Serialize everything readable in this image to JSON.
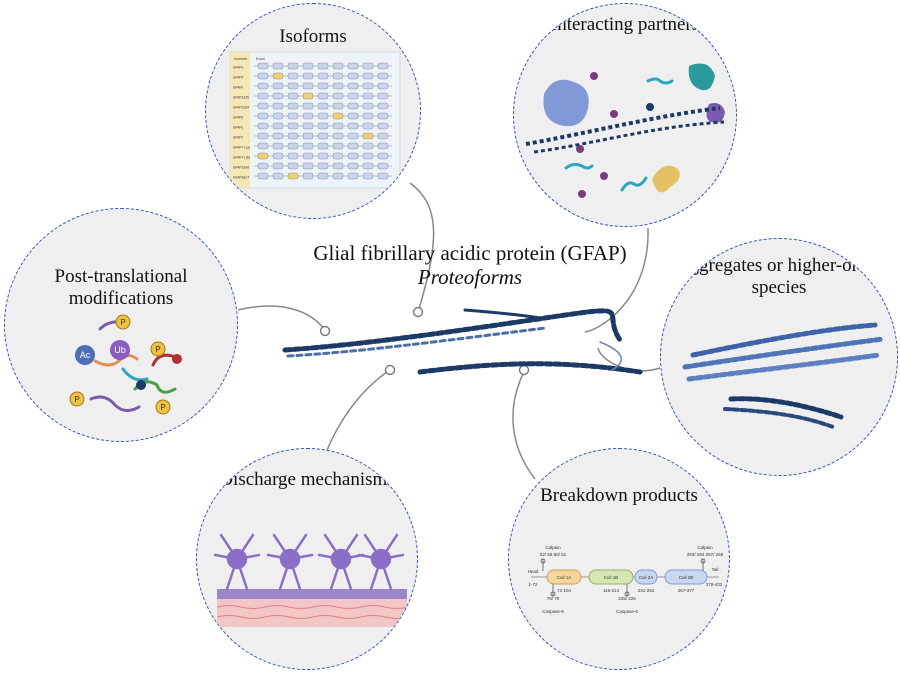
{
  "title": "Glial fibrillary acidic protein (GFAP)",
  "subtitle": "Proteoforms",
  "nodes": {
    "isoforms": "Isoforms",
    "interacting": "Interacting partners",
    "ptm": "Post-translational modifications",
    "aggregates": "Aggregates or higher-order species",
    "discharge": "Discharge mechanisms",
    "breakdown": "Breakdown products"
  },
  "isoform_table": {
    "header_isoform": "Isoform",
    "header_exon": "Exon",
    "rows": [
      "GFAPα",
      "GFAPδ",
      "GFAPκ",
      "GFAPΔ135",
      "GFAPΔ164",
      "GFAPβ",
      "GFAPγ",
      "GFAPζ",
      "GFAP+1 (a)",
      "GFAP+1 (b)",
      "GFAPΔEx6",
      "GFAPΔEx7"
    ]
  },
  "ptm_labels": {
    "acetyl": "Ac",
    "ubiquitin": "Ub",
    "phospho": "P"
  },
  "breakdown": {
    "domains": [
      "Coil 1A",
      "Coil 1B",
      "Coil 2A",
      "Coil 2B"
    ],
    "ranges": [
      "73-104",
      "116-214",
      "231-252",
      "267-377"
    ],
    "head": "Head",
    "head_range": "1-72",
    "tail": "Tail",
    "tail_range": "378-432",
    "calpain_label": "Calpain",
    "caspase_label": "Caspase-6",
    "calpain_sites_left": "52/ 59 60/ 61",
    "calpain_sites_right": "283/ 284 267/ 268",
    "caspase_site_left": "78/ 79",
    "caspase_site_right": "225/ 226"
  },
  "colors": {
    "circle_border": "#2e55b8",
    "helix_dark": "#1c3a66",
    "helix_light": "#7f9ccc",
    "purple": "#7a5bb0",
    "teal": "#2aa7c0",
    "phospho": "#f0c040"
  }
}
